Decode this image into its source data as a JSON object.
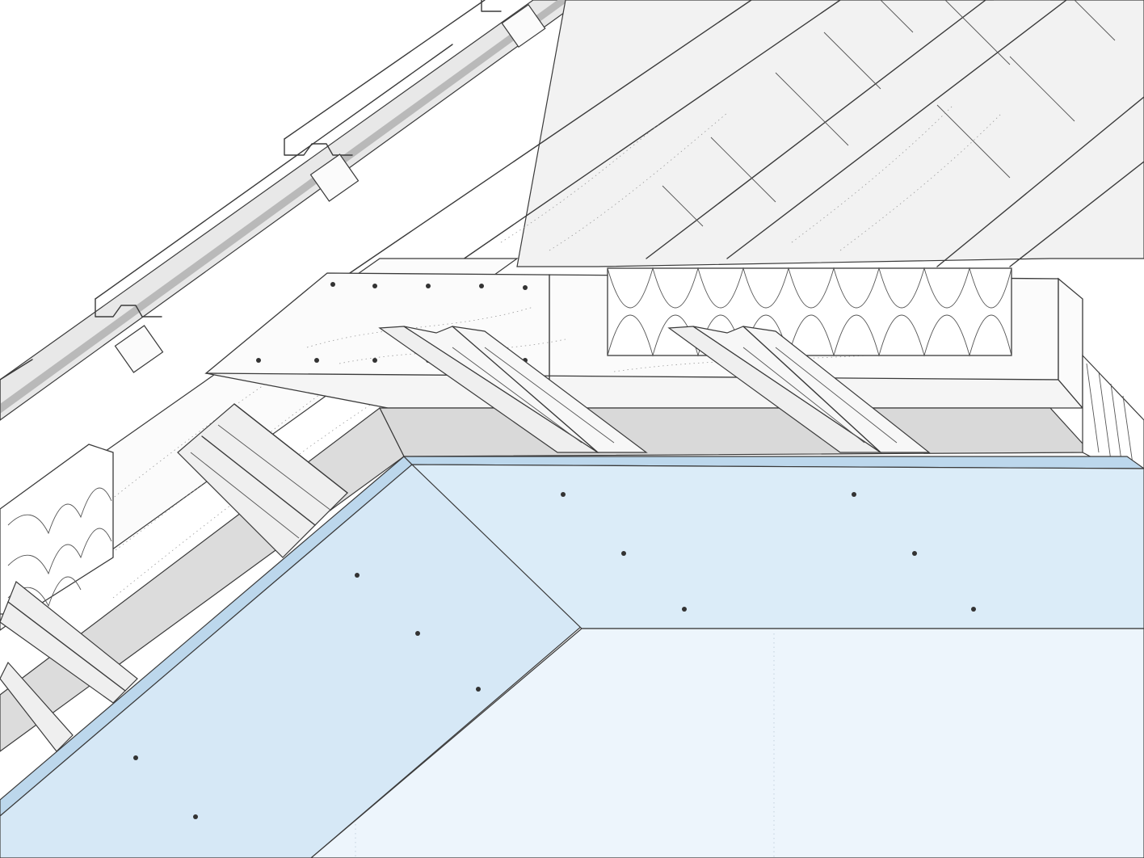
{
  "colors": {
    "background": "#ffffff",
    "roof_tile": "#e8e8e8",
    "tile_shadow": "#b9b9b9",
    "timber": "#fbfbfb",
    "membrane_grey": "#d9d9d9",
    "insulation": "#ffffff",
    "steel_profile": "#efefef",
    "board_slope": "#d6e8f6",
    "board_ceiling_edge": "#dbecf8",
    "board_ceiling": "#edf5fc",
    "board_edge": "#bcd7ec",
    "outline": "#3a3a3a"
  },
  "structure": {
    "roof_tile_rows": 4,
    "rafters": 5,
    "insulation_blocks": 2,
    "steel_profiles_slope": 3,
    "steel_profiles_ceiling": 2
  }
}
